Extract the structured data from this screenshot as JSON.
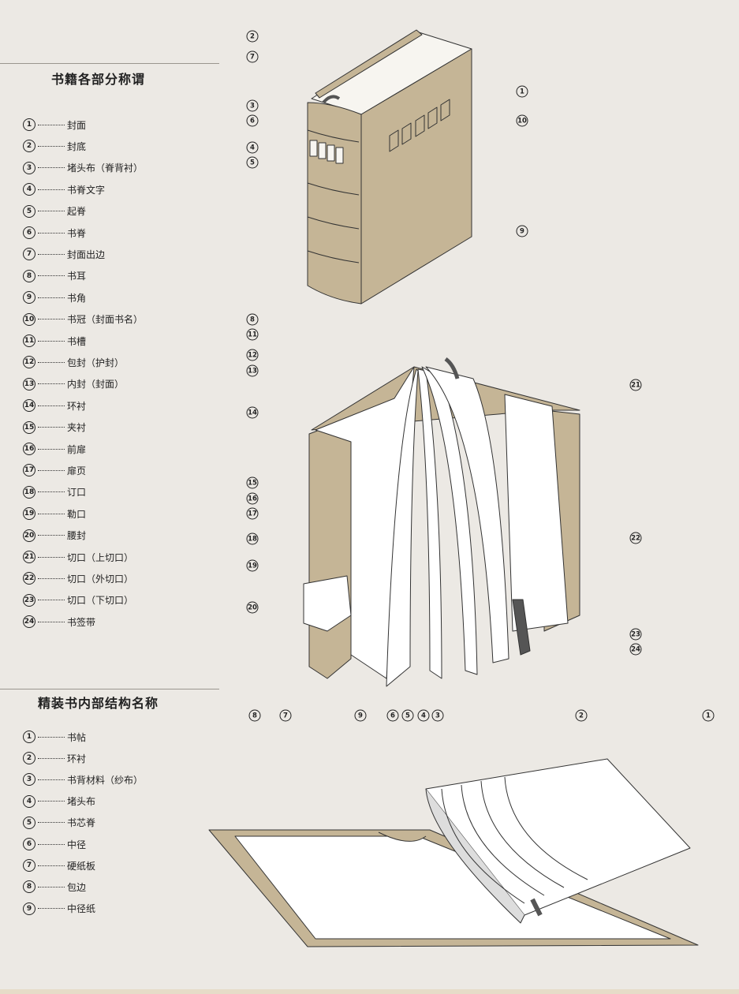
{
  "section1": {
    "title": "书籍各部分称谓",
    "items": [
      {
        "num": "1",
        "label": "封面"
      },
      {
        "num": "2",
        "label": "封底"
      },
      {
        "num": "3",
        "label": "堵头布（脊背衬）"
      },
      {
        "num": "4",
        "label": "书脊文字"
      },
      {
        "num": "5",
        "label": "起脊"
      },
      {
        "num": "6",
        "label": "书脊"
      },
      {
        "num": "7",
        "label": "封面出边"
      },
      {
        "num": "8",
        "label": "书耳"
      },
      {
        "num": "9",
        "label": "书角"
      },
      {
        "num": "10",
        "label": "书冠（封面书名）"
      },
      {
        "num": "11",
        "label": "书槽"
      },
      {
        "num": "12",
        "label": "包封（护封）"
      },
      {
        "num": "13",
        "label": "内封（封面）"
      },
      {
        "num": "14",
        "label": "环衬"
      },
      {
        "num": "15",
        "label": "夹衬"
      },
      {
        "num": "16",
        "label": "前扉"
      },
      {
        "num": "17",
        "label": "扉页"
      },
      {
        "num": "18",
        "label": "订口"
      },
      {
        "num": "19",
        "label": "勒口"
      },
      {
        "num": "20",
        "label": "腰封"
      },
      {
        "num": "21",
        "label": "切口（上切口）"
      },
      {
        "num": "22",
        "label": "切口（外切口）"
      },
      {
        "num": "23",
        "label": "切口（下切口）"
      },
      {
        "num": "24",
        "label": "书签带"
      }
    ]
  },
  "section2": {
    "title": "精装书内部结构名称",
    "items": [
      {
        "num": "1",
        "label": "书帖"
      },
      {
        "num": "2",
        "label": "环衬"
      },
      {
        "num": "3",
        "label": "书背材料（纱布）"
      },
      {
        "num": "4",
        "label": "堵头布"
      },
      {
        "num": "5",
        "label": "书芯脊"
      },
      {
        "num": "6",
        "label": "中径"
      },
      {
        "num": "7",
        "label": "硬纸板"
      },
      {
        "num": "8",
        "label": "包边"
      },
      {
        "num": "9",
        "label": "中径纸"
      }
    ]
  },
  "callouts": {
    "closed_book": [
      "2",
      "7",
      "3",
      "6",
      "4",
      "5",
      "8",
      "11",
      "1",
      "10",
      "9"
    ],
    "open_book": [
      "12",
      "13",
      "14",
      "15",
      "16",
      "17",
      "18",
      "19",
      "20",
      "21",
      "22",
      "23",
      "24"
    ],
    "internal": [
      "8",
      "7",
      "9",
      "6",
      "5",
      "4",
      "3",
      "2",
      "1"
    ]
  },
  "colors": {
    "cover": "#c5b596",
    "background": "#ece9e4",
    "line": "#333333"
  }
}
